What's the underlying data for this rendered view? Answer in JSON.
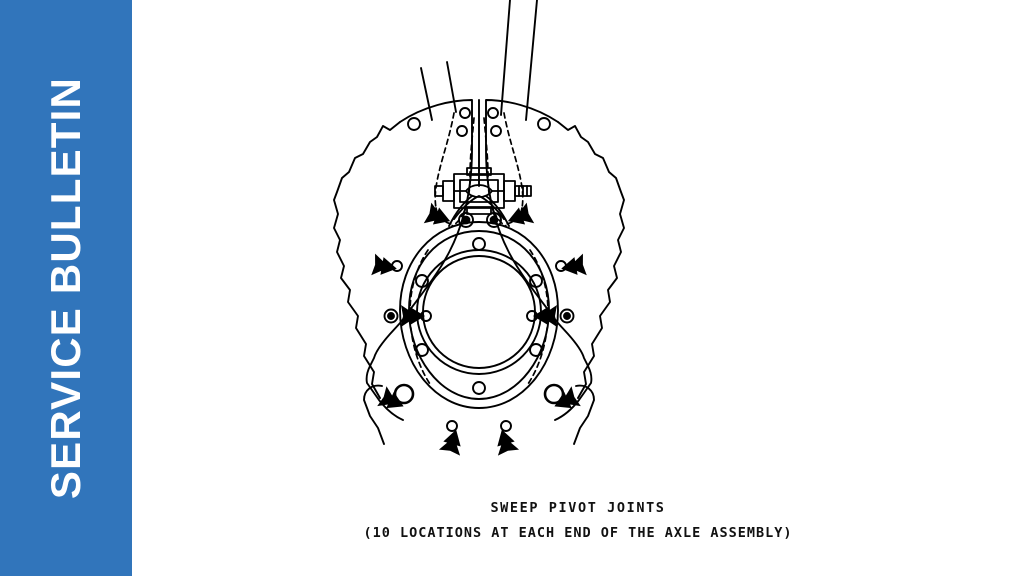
{
  "banner": {
    "label": "SERVICE BULLETIN",
    "background_color": "#3175bb",
    "text_color": "#ffffff"
  },
  "page": {
    "background_color": "#ffffff",
    "ink_color": "#000000"
  },
  "figure": {
    "name": "sweep-pivot-joint-assembly-drawing",
    "kind": "technical-line-drawing",
    "description": "Plan view of axle end sweep arm assembly with central hub flange, twin sweep arms and central pivot cylinder; solid black arrows indicate the greaseable pivot joint locations.",
    "callout_marker": "solid-black-arrow",
    "callout_count": 10,
    "hidden_line_style": "dashed"
  },
  "caption": {
    "title": "SWEEP PIVOT JOINTS",
    "subtitle": "(10 LOCATIONS AT EACH END OF THE AXLE ASSEMBLY)"
  }
}
